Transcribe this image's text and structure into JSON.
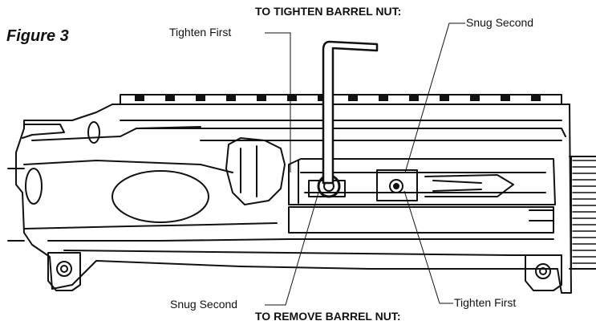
{
  "figure_title": "Figure 3",
  "tighten_heading": "TO TIGHTEN BARREL NUT:",
  "remove_heading": "TO REMOVE BARREL NUT:",
  "callouts": {
    "top_left": "Tighten First",
    "top_right": "Snug Second",
    "bottom_left": "Snug Second",
    "bottom_right": "Tighten First"
  }
}
